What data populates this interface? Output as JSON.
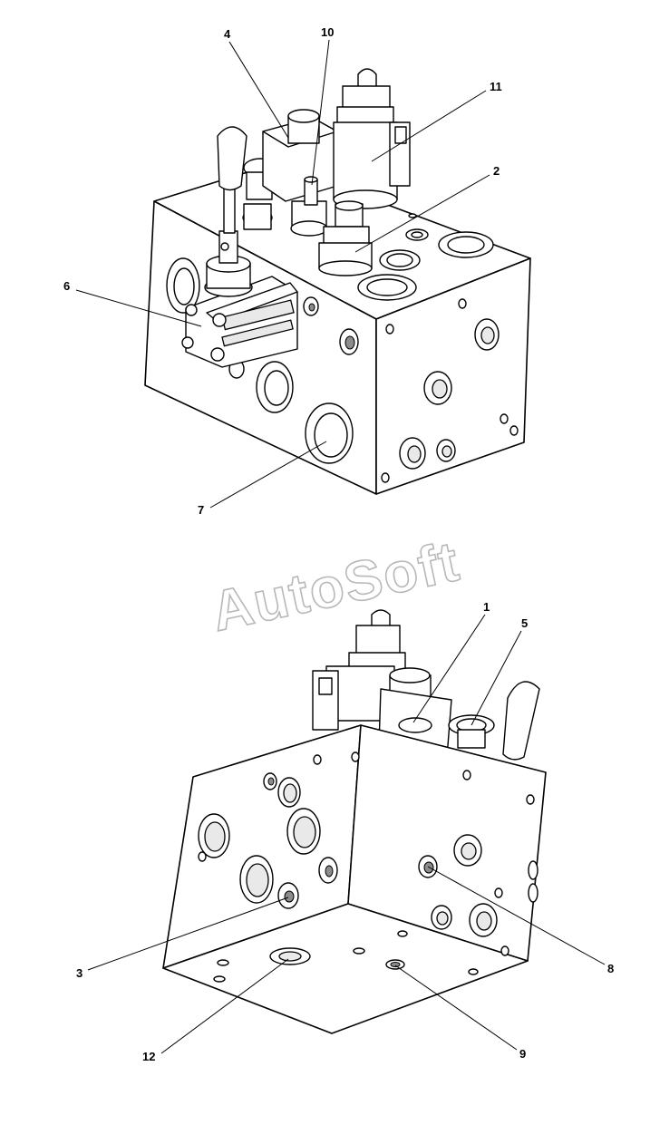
{
  "watermark": "AutoSoft",
  "callouts_top": {
    "c4": "4",
    "c10": "10",
    "c11": "11",
    "c2": "2",
    "c6": "6",
    "c7": "7"
  },
  "callouts_bottom": {
    "c1": "1",
    "c5": "5",
    "c3": "3",
    "c8": "8",
    "c12": "12",
    "c9": "9"
  }
}
